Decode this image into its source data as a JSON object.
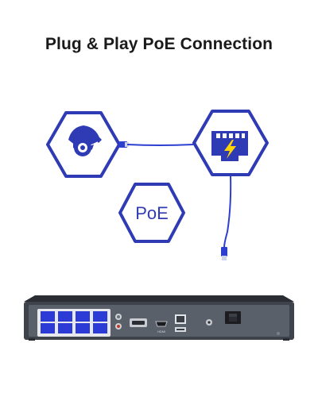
{
  "headline": "Plug & Play PoE Connection",
  "badge": {
    "text": "PoE"
  },
  "nvr": {
    "hdmi_label": "HDMI"
  },
  "colors": {
    "brand_blue": "#2f3bb5",
    "cable_blue": "#2d3fd0",
    "nvr_body": "#3e434b",
    "nvr_panel": "#5a6069"
  },
  "icons": {
    "camera": "dome-camera-icon",
    "switch": "network-port-icon",
    "poe": "poe-badge-icon"
  }
}
